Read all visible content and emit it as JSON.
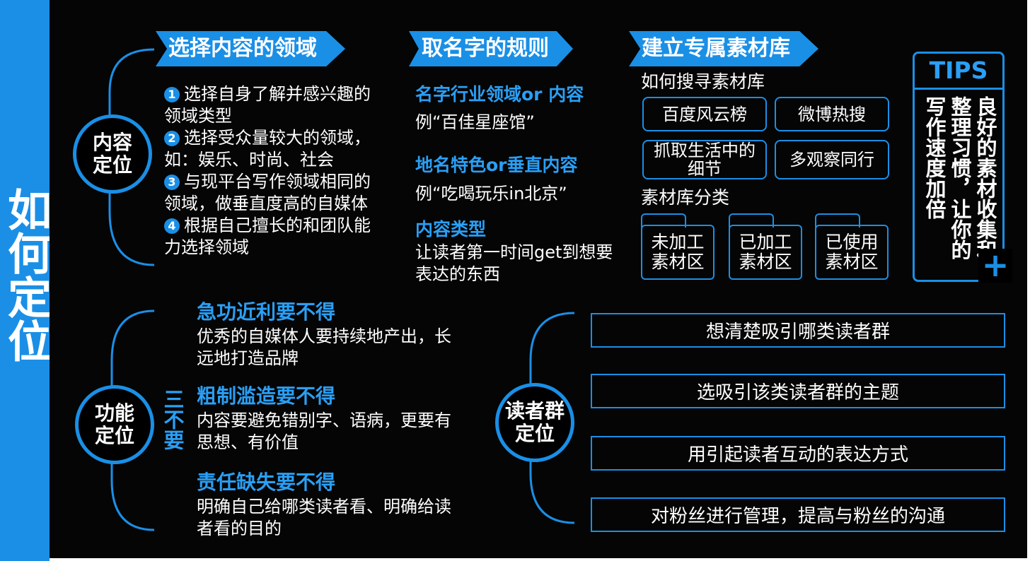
{
  "side_title": "如何定位",
  "content_positioning": {
    "hub": "内容定位",
    "banner": "选择内容的领域",
    "items": [
      {
        "num": "1",
        "text": "选择自身了解并感兴趣的领域类型"
      },
      {
        "num": "2",
        "text": "选择受众量较大的领域，如：娱乐、时尚、社会"
      },
      {
        "num": "3",
        "text": "与现平台写作领域相同的领域，做垂直度高的自媒体"
      },
      {
        "num": "4",
        "text": "根据自己擅长的和团队能力选择领域"
      }
    ]
  },
  "naming": {
    "banner": "取名字的规则",
    "rules": [
      {
        "head": "名字行业领域or 内容",
        "body": "例“百佳星座馆”"
      },
      {
        "head": "地名特色or垂直内容",
        "body": "例“吃喝玩乐in北京”"
      },
      {
        "head": "内容类型",
        "body": "让读者第一时间get到想要表达的东西"
      }
    ]
  },
  "library": {
    "banner": "建立专属素材库",
    "search_label": "如何搜寻素材库",
    "search_boxes": [
      "百度风云榜",
      "微博热搜",
      "抓取生活中的细节",
      "多观察同行"
    ],
    "category_label": "素材库分类",
    "folders": [
      "未加工素材区",
      "已加工素材区",
      "已使用素材区"
    ]
  },
  "tips": {
    "title": "TIPS",
    "col1": "良好的素材收集和",
    "col2": "整理习惯，让你的",
    "col3": "写作速度加倍",
    "plus": "+"
  },
  "function_positioning": {
    "hub": "功能定位",
    "three_no": "三不要",
    "items": [
      {
        "head": "急功近利要不得",
        "body": "优秀的自媒体人要持续地产出，长远地打造品牌"
      },
      {
        "head": "粗制滥造要不得",
        "body": "内容要避免错别字、语病，更要有思想、有价值"
      },
      {
        "head": "责任缺失要不得",
        "body": "明确自己给哪类读者看、明确给读者看的目的"
      }
    ]
  },
  "reader_positioning": {
    "hub": "读者群定位",
    "items": [
      "想清楚吸引哪类读者群",
      "选吸引该类读者群的主题",
      "用引起读者互动的表达方式",
      "对粉丝进行管理，提高与粉丝的沟通"
    ]
  }
}
